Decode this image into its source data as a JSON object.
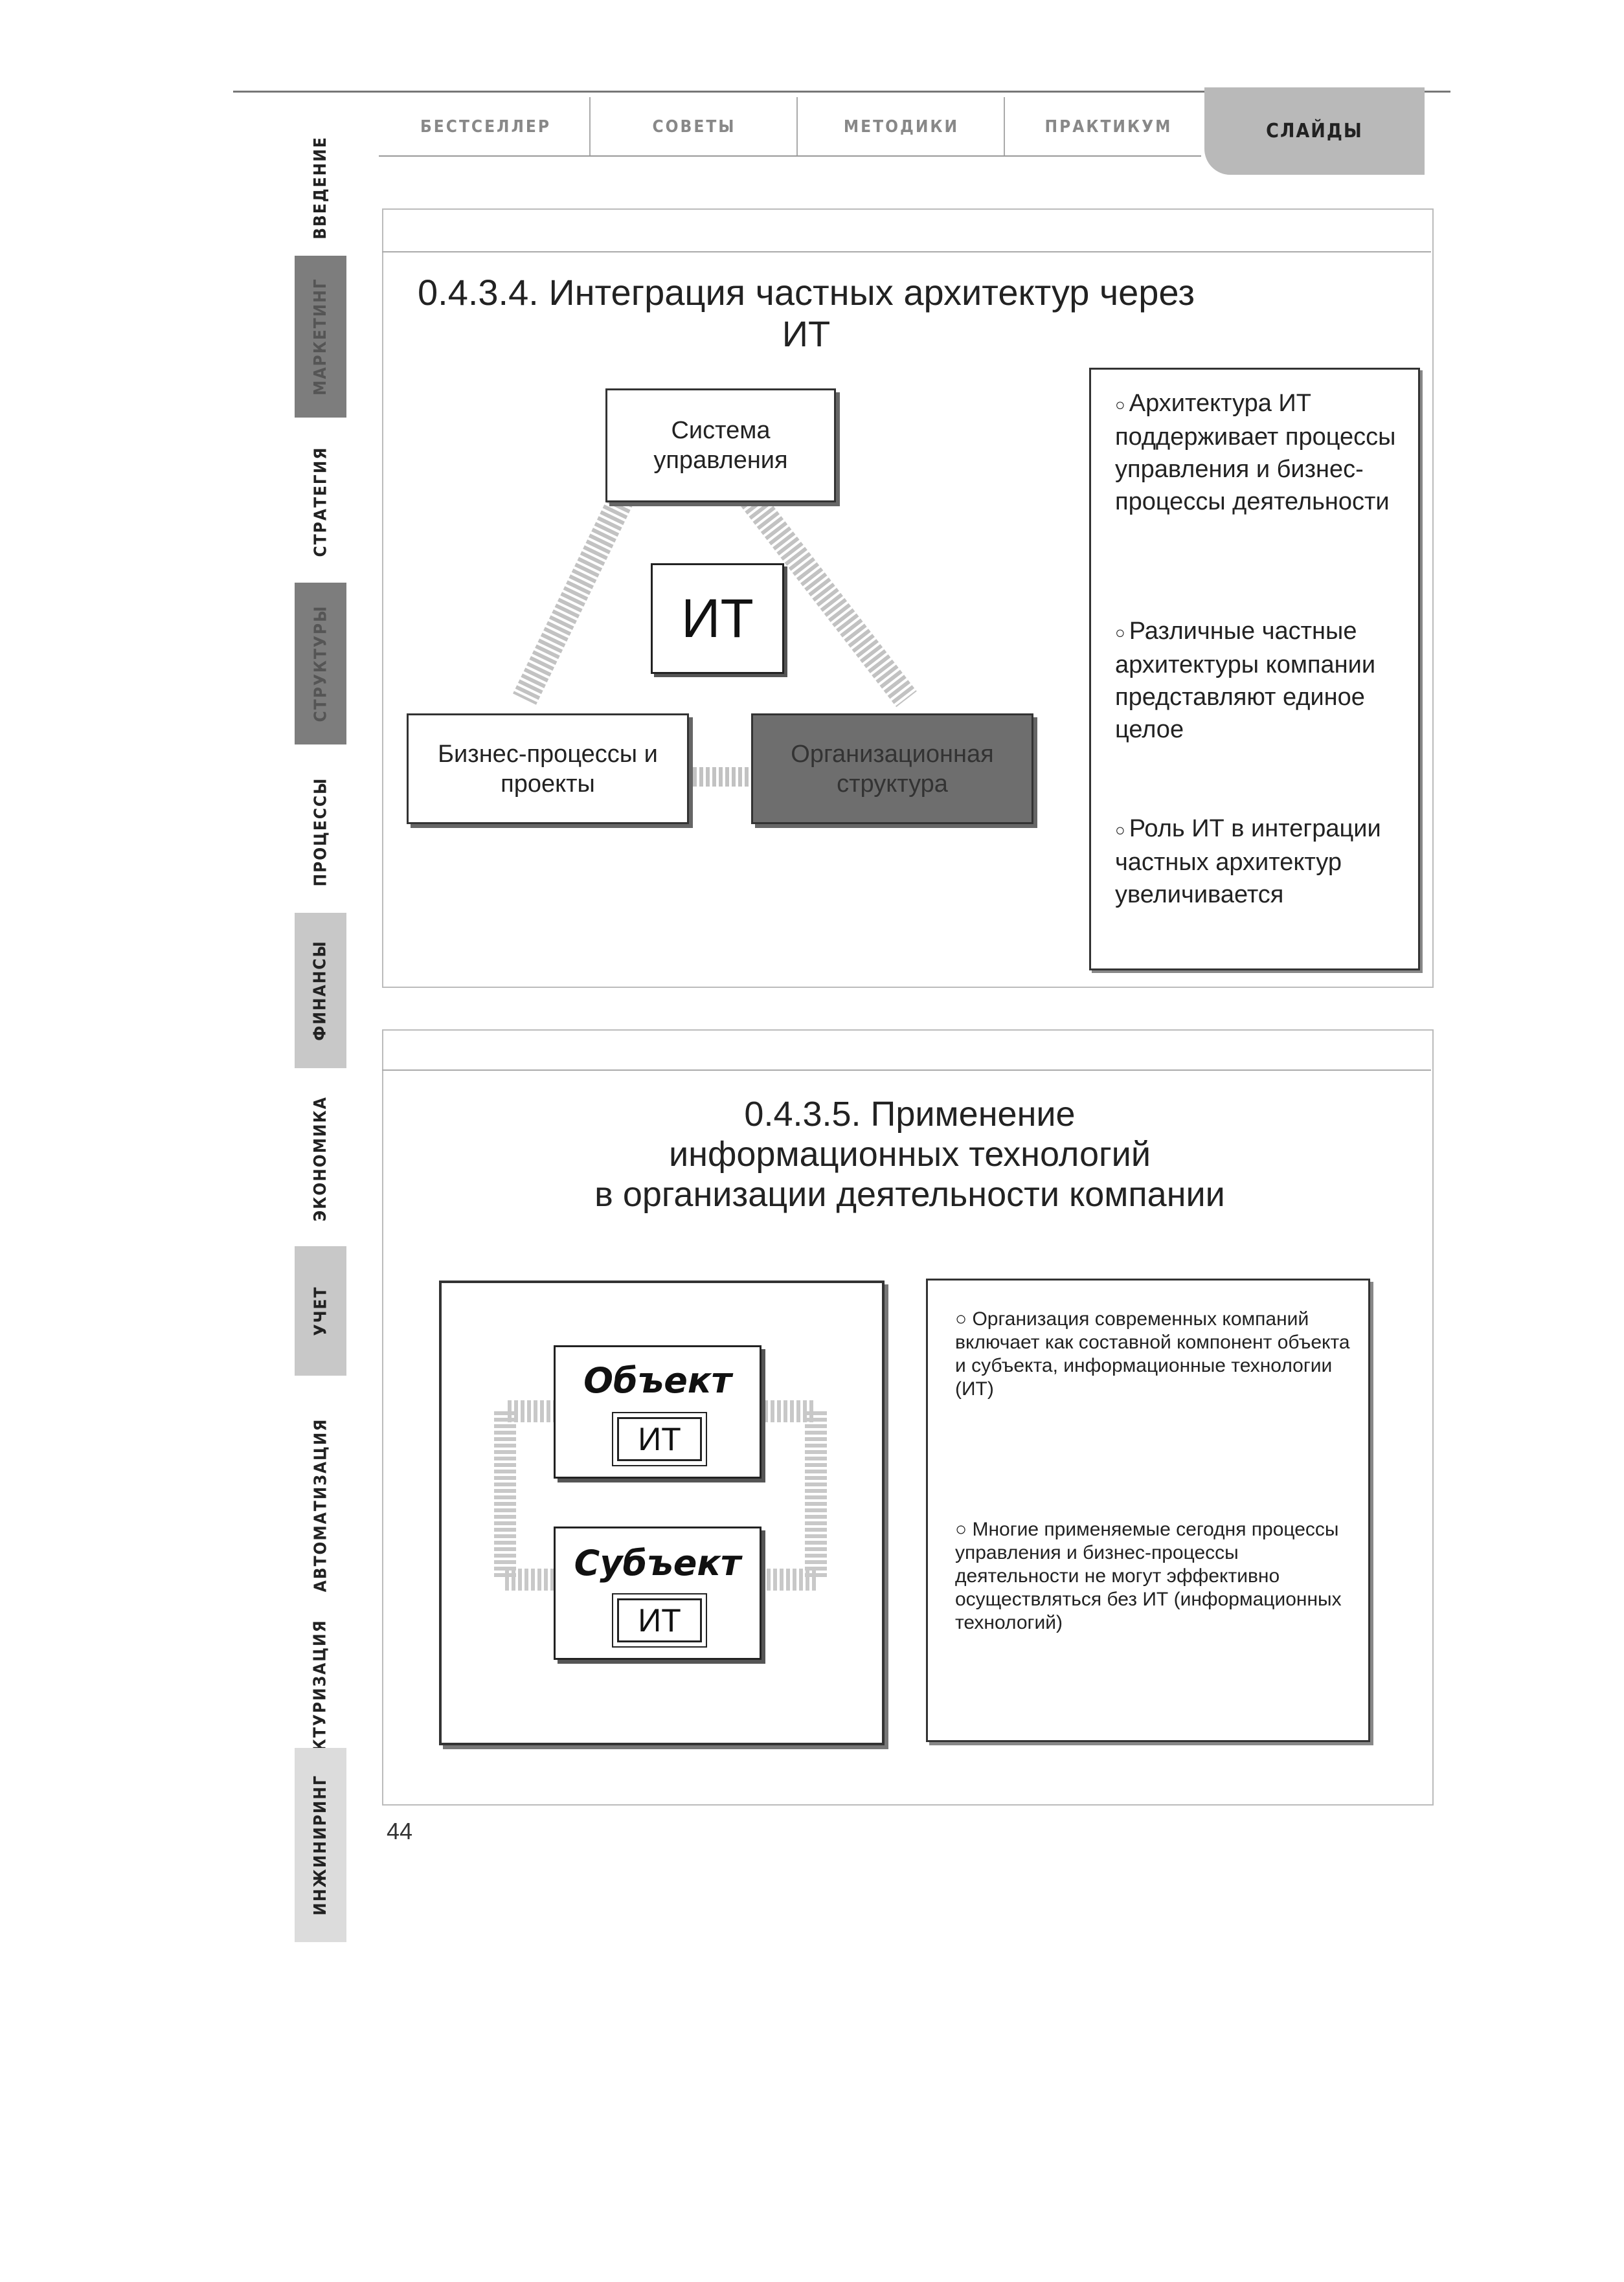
{
  "header": {
    "tabs": [
      {
        "label": "БЕСТСЕЛЛЕР"
      },
      {
        "label": "СОВЕТЫ"
      },
      {
        "label": "МЕТОДИКИ"
      },
      {
        "label": "ПРАКТИКУМ"
      },
      {
        "label": "СЛАЙДЫ",
        "active": true
      }
    ]
  },
  "sidebar": {
    "items": [
      {
        "label": "ВВЕДЕНИЕ"
      },
      {
        "label": "МАРКЕТИНГ",
        "shaded": true
      },
      {
        "label": "СТРАТЕГИЯ"
      },
      {
        "label": "СТРУКТУРЫ",
        "shaded": true
      },
      {
        "label": "ПРОЦЕССЫ"
      },
      {
        "label": "ФИНАНСЫ",
        "shaded": true
      },
      {
        "label": "ЭКОНОМИКА"
      },
      {
        "label": "УЧЕТ",
        "shaded": true
      },
      {
        "label": "АВТОМАТИЗАЦИЯ"
      },
      {
        "label": "РЕСТРУКТУРИЗАЦИЯ"
      },
      {
        "label": "ИНЖИНИРИНГ",
        "shaded": true
      }
    ]
  },
  "slide1": {
    "title": "0.4.3.4. Интеграция частных архитектур через ИТ",
    "diagram": {
      "top": "Система управления",
      "center": "ИТ",
      "left": "Бизнес-процессы и проекты",
      "right": "Организационная структура"
    },
    "bullets": [
      "Архитектура ИТ поддерживает процессы управления и бизнес-процессы деятельности",
      "Различные частные архитектуры компании представляют единое целое",
      "Роль ИТ в интеграции частных архитектур увеличивается"
    ]
  },
  "slide2": {
    "title_lines": [
      "0.4.3.5. Применение",
      "информационных технологий",
      "в организации деятельности компании"
    ],
    "cards": [
      {
        "label": "Объект",
        "inner": "ИТ"
      },
      {
        "label": "Субъект",
        "inner": "ИТ"
      }
    ],
    "bullets": [
      "Организация современных компаний включает как составной компонент объекта и субъекта, информационные технологии (ИТ)",
      "Многие применяемые сегодня процессы управления и бизнес-процессы деятельности не могут эффективно осуществляться без ИТ (информационных технологий)"
    ]
  },
  "page_number": "44"
}
